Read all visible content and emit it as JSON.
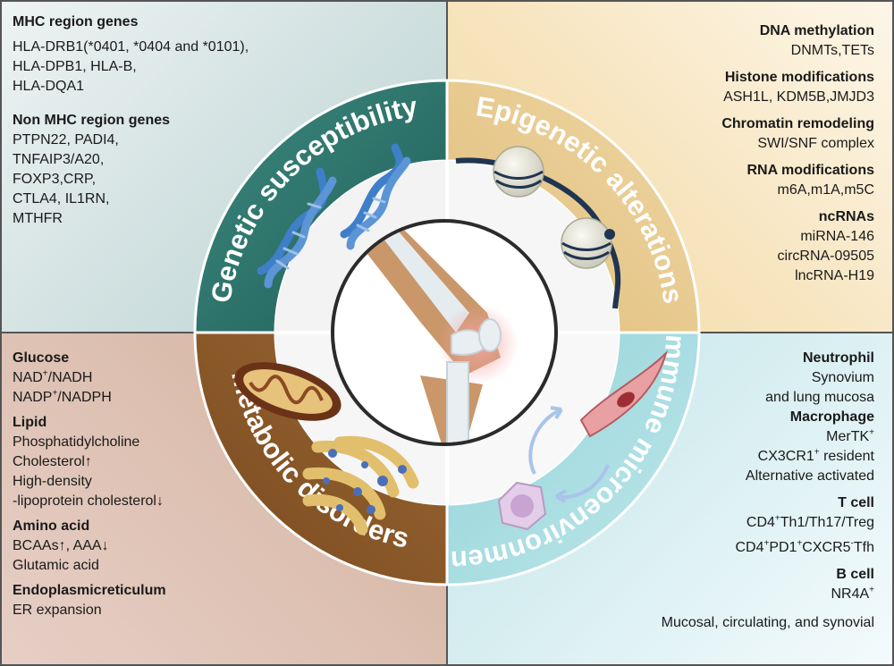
{
  "quadrants": {
    "genetic": {
      "title": "Genetic susceptibility",
      "mhc_heading": "MHC region genes",
      "mhc_lines": [
        "HLA-DRB1(*0401, *0404 and *0101),",
        "HLA-DPB1, HLA-B,",
        "HLA-DQA1"
      ],
      "non_mhc_heading": "Non MHC region genes",
      "non_mhc_lines": [
        "PTPN22, PADI4,",
        "TNFAIP3/A20,",
        "FOXP3,CRP,",
        "CTLA4, IL1RN,",
        "MTHFR"
      ]
    },
    "epigenetic": {
      "title": "Epigenetic alterations",
      "dna_heading": "DNA methylation",
      "dna_line": "DNMTs,TETs",
      "histone_heading": "Histone modifications",
      "histone_line": "ASH1L, KDM5B,JMJD3",
      "chromatin_heading": "Chromatin remodeling",
      "chromatin_line": "SWI/SNF complex",
      "rna_heading": "RNA modifications",
      "rna_line": "m6A,m1A,m5C",
      "ncrna_heading": "ncRNAs",
      "ncrna_lines": [
        "miRNA-146",
        "circRNA-09505",
        "lncRNA-H19"
      ]
    },
    "metabolic": {
      "title": "Metabolic disorders",
      "glucose_heading": "Glucose",
      "glucose_l1a": "NAD",
      "glucose_l1sup": "+",
      "glucose_l1b": "/NADH",
      "glucose_l2a": "NADP",
      "glucose_l2sup": "+",
      "glucose_l2b": "/NADPH",
      "lipid_heading": "Lipid",
      "lipid_lines": [
        "Phosphatidylcholine",
        "Cholesterol↑",
        "High-density",
        "-lipoprotein cholesterol↓"
      ],
      "amino_heading": "Amino acid",
      "amino_lines": [
        "BCAAs↑, AAA↓",
        "Glutamic acid"
      ],
      "er_heading": "Endoplasmicreticulum",
      "er_line": "ER expansion"
    },
    "immune": {
      "title": "Immune microenvironment",
      "neutrophil_heading": "Neutrophil",
      "neutrophil_lines": [
        "Synovium",
        "and lung mucosa"
      ],
      "macrophage_heading": "Macrophage",
      "mac_l1a": "MerTK",
      "mac_l1sup": "+",
      "mac_l2a": "CX3CR1",
      "mac_l2sup": "+",
      "mac_l2b": " resident",
      "mac_l3": "Alternative activated",
      "tcell_heading": "T cell",
      "t_l1a": "CD4",
      "t_l1sup": "+",
      "t_l1b": "Th1/Th17/Treg",
      "t_l2a": "CD4",
      "t_l2sup1": "+",
      "t_l2b": "PD1",
      "t_l2sup2": "+",
      "t_l2c": "CXCR5",
      "t_l2sup3": "-",
      "t_l2d": "Tfh",
      "bcell_heading": "B cell",
      "b_l1a": "NR4A",
      "b_l1sup": "+",
      "b_l2": "Mucosal, circulating, and synovial"
    }
  },
  "colors": {
    "genetic": "#2f7a72",
    "epigenetic": "#e8c98c",
    "metabolic": "#8b5a2b",
    "immune": "#a8dde2",
    "dna": "#3f7fc9",
    "chromatin_fiber": "#1f3552"
  }
}
